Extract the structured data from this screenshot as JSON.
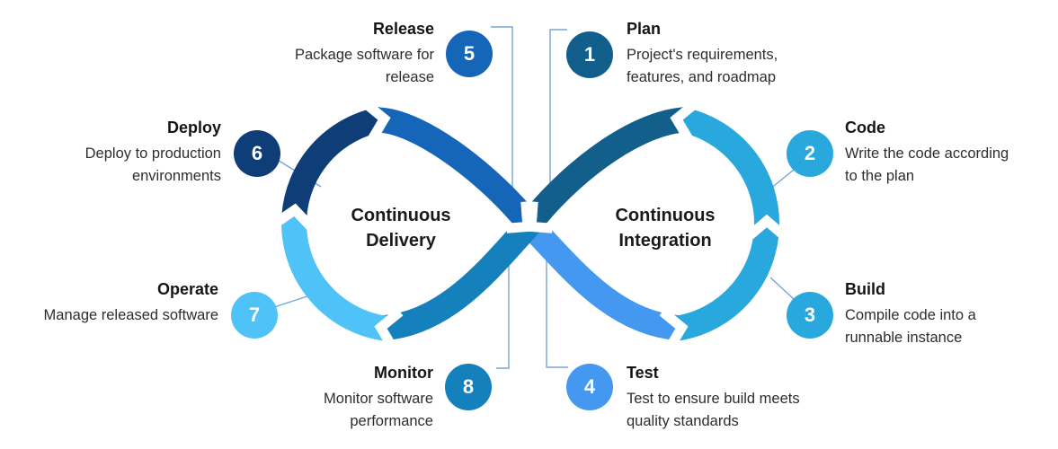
{
  "diagram": {
    "left_loop_label_lines": [
      "Continuous",
      "Delivery"
    ],
    "right_loop_label_lines": [
      "Continuous",
      "Integration"
    ],
    "connector_color": "#76A5D4",
    "background_color": "#ffffff"
  },
  "stages": [
    {
      "num": "1",
      "name": "Plan",
      "desc_lines": [
        "Project's requirements,",
        "features, and roadmap"
      ],
      "color": "#135F8C"
    },
    {
      "num": "2",
      "name": "Code",
      "desc_lines": [
        "Write the code according",
        "to the plan"
      ],
      "color": "#29A8DE"
    },
    {
      "num": "3",
      "name": "Build",
      "desc_lines": [
        "Compile code into a",
        "runnable instance"
      ],
      "color": "#29A8DE"
    },
    {
      "num": "4",
      "name": "Test",
      "desc_lines": [
        "Test to ensure build meets",
        "quality standards"
      ],
      "color": "#4598F0"
    },
    {
      "num": "5",
      "name": "Release",
      "desc_lines": [
        "Package software for",
        "release"
      ],
      "color": "#1565B8"
    },
    {
      "num": "6",
      "name": "Deploy",
      "desc_lines": [
        "Deploy to production",
        "environments"
      ],
      "color": "#0E3D78"
    },
    {
      "num": "7",
      "name": "Operate",
      "desc_lines": [
        "Manage released software"
      ],
      "color": "#4FC3F7"
    },
    {
      "num": "8",
      "name": "Monitor",
      "desc_lines": [
        "Monitor software",
        "performance"
      ],
      "color": "#1581BC"
    }
  ]
}
